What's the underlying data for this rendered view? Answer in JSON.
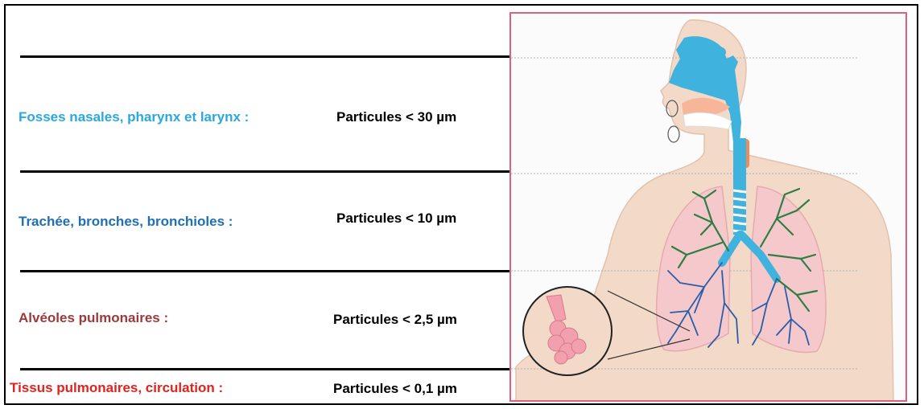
{
  "colors": {
    "nasal": "#2aa8e0",
    "trachea": "#1f6fb5",
    "alveoli": "#9b3a3a",
    "tissue": "#e0231f",
    "panel_border": "#d9627c",
    "body_skin": "#f3d9c7",
    "airway_blue": "#3fb2de",
    "bronchi_green": "#2f7d46",
    "bronchioles_blue": "#2a5ea8",
    "lung_pink": "#f5c9cc"
  },
  "rows": [
    {
      "region": "Fosses nasales, pharynx et larynx :",
      "size": "Particules < 30 µm"
    },
    {
      "region": "Trachée, bronches, bronchioles :",
      "size": "Particules < 10 µm"
    },
    {
      "region": "Alvéoles pulmonaires :",
      "size": "Particules < 2,5 µm"
    },
    {
      "region": "Tissus pulmonaires, circulation :",
      "size": "Particules < 0,1 µm"
    }
  ],
  "illustration": {
    "subject": "human respiratory system",
    "icons": [
      "head-silhouette-icon",
      "trachea-icon",
      "lungs-icon",
      "alveoli-cluster-icon",
      "magnifier-circle-icon"
    ]
  }
}
